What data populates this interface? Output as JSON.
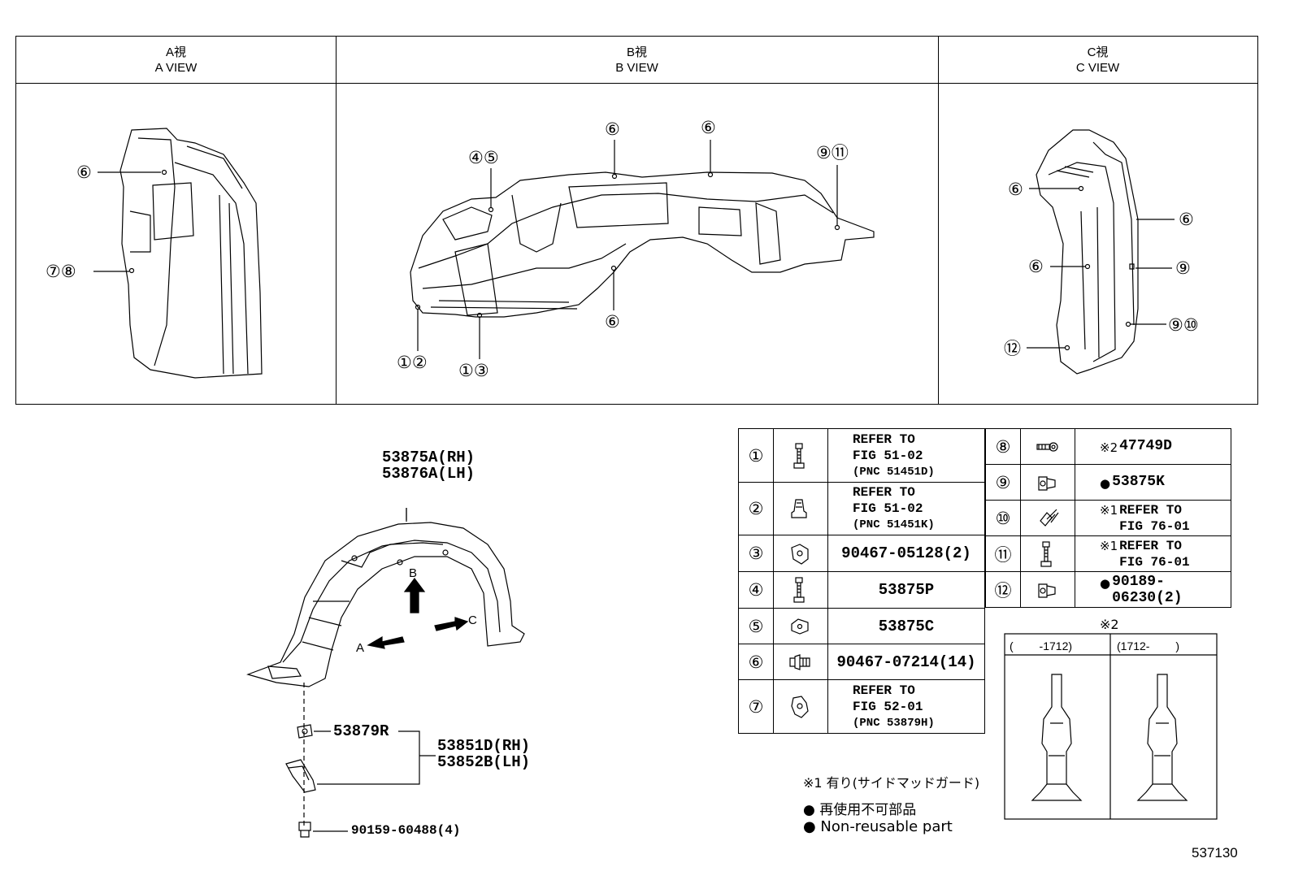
{
  "views": [
    {
      "jp": "A視",
      "en": "A VIEW"
    },
    {
      "jp": "B視",
      "en": "B VIEW"
    },
    {
      "jp": "C視",
      "en": "C VIEW"
    }
  ],
  "view_callouts": {
    "a": [
      {
        "text": "⑥"
      },
      {
        "text": "⑦⑧"
      }
    ],
    "b": [
      {
        "text": "④⑤"
      },
      {
        "text": "⑥"
      },
      {
        "text": "⑥"
      },
      {
        "text": "⑨⑪"
      },
      {
        "text": "⑥"
      },
      {
        "text": "①②"
      },
      {
        "text": "①③"
      }
    ],
    "c": [
      {
        "text": "⑥"
      },
      {
        "text": "⑥"
      },
      {
        "text": "⑥"
      },
      {
        "text": "⑨"
      },
      {
        "text": "⑨⑩"
      },
      {
        "text": "⑫"
      }
    ]
  },
  "main_part": {
    "rh": "53875A(RH)",
    "lh": "53876A(LH)",
    "arrow_b": "B",
    "arrow_c": "C",
    "arrow_a": "A"
  },
  "sub_parts": {
    "nut": "53879R",
    "bracket_rh": "53851D(RH)",
    "bracket_lh": "53852B(LH)",
    "bolt": "90159-60488(4)"
  },
  "parts_table_left": [
    {
      "num": "①",
      "icon": "bolt-icon",
      "lines": [
        "REFER TO",
        "FIG 51-02",
        "(PNC 51451D)"
      ]
    },
    {
      "num": "②",
      "icon": "push-clip-icon",
      "lines": [
        "REFER TO",
        "FIG 51-02",
        "(PNC 51451K)"
      ]
    },
    {
      "num": "③",
      "icon": "u-nut-icon",
      "lines": [
        "90467-05128(2)"
      ]
    },
    {
      "num": "④",
      "icon": "bolt-icon",
      "lines": [
        "53875P"
      ]
    },
    {
      "num": "⑤",
      "icon": "clip-nut-icon",
      "lines": [
        "53875C"
      ]
    },
    {
      "num": "⑥",
      "icon": "rivet-clip-icon",
      "lines": [
        "90467-07214(14)"
      ]
    },
    {
      "num": "⑦",
      "icon": "bracket-clip-icon",
      "lines": [
        "REFER TO",
        "FIG 52-01",
        "(PNC 53879H)"
      ]
    }
  ],
  "parts_table_right": [
    {
      "num": "⑧",
      "icon": "screw-grommet-icon",
      "mark": "※2",
      "lines": [
        "47749D"
      ]
    },
    {
      "num": "⑨",
      "icon": "grommet-icon",
      "mark": "●",
      "lines": [
        "53875K"
      ]
    },
    {
      "num": "⑩",
      "icon": "screw-icon",
      "mark": "※1",
      "lines": [
        "REFER TO",
        "FIG 76-01"
      ]
    },
    {
      "num": "⑪",
      "icon": "bolt-icon",
      "mark": "※1",
      "lines": [
        "REFER TO",
        "FIG 76-01"
      ]
    },
    {
      "num": "⑫",
      "icon": "grommet-icon",
      "mark": "●",
      "lines": [
        "90189-06230(2)"
      ]
    }
  ],
  "note2": {
    "mark": "※2",
    "left_hdr": "(　　 -1712)",
    "right_hdr": "(1712-　　 )"
  },
  "legend": {
    "note1": "※1 有り(サイドマッドガード)",
    "nonreuse_jp": "● 再使用不可部品",
    "nonreuse_en": "● Non-reusable part"
  },
  "figure_id": "537130"
}
